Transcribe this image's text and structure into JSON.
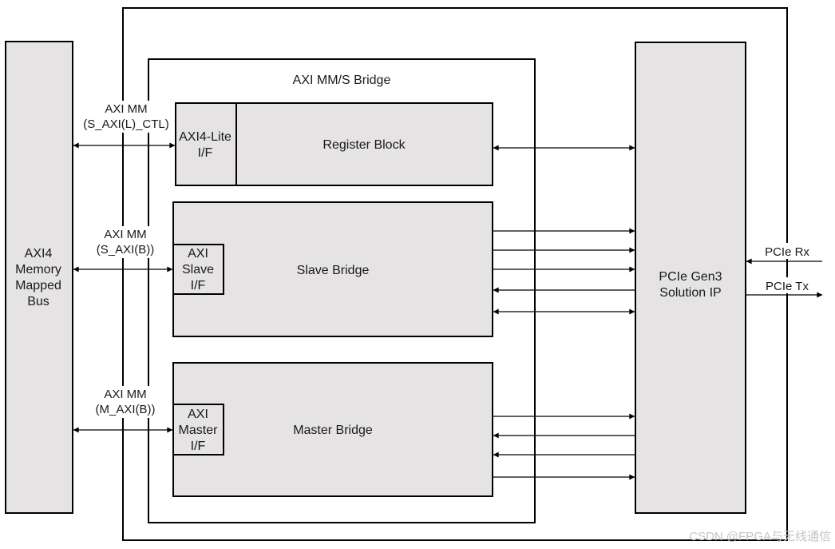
{
  "axi4_bus": {
    "lines": [
      "AXI4",
      "Memory",
      "Mapped",
      "Bus"
    ]
  },
  "bridge": {
    "title": "AXI MM/S Bridge"
  },
  "register_block": {
    "interface_lines": [
      "AXI4-Lite",
      "I/F"
    ],
    "label": "Register Block"
  },
  "slave_bridge": {
    "interface_lines": [
      "AXI",
      "Slave",
      "I/F"
    ],
    "label": "Slave Bridge"
  },
  "master_bridge": {
    "interface_lines": [
      "AXI",
      "Master",
      "I/F"
    ],
    "label": "Master Bridge"
  },
  "pcie_ip": {
    "lines": [
      "PCIe Gen3",
      "Solution IP"
    ]
  },
  "bus_labels": {
    "ctl": [
      "AXI MM",
      "(S_AXI(L)_CTL)"
    ],
    "slave": [
      "AXI MM",
      "(S_AXI(B))"
    ],
    "master": [
      "AXI MM",
      "(M_AXI(B))"
    ]
  },
  "pcie_ports": {
    "rx": "PCIe Rx",
    "tx": "PCIe Tx"
  },
  "watermark": "CSDN @FPGA与无线通信"
}
